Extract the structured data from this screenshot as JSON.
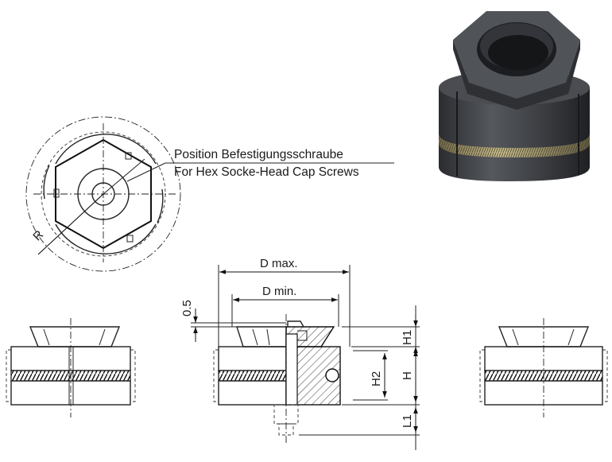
{
  "labels": {
    "position_de": "Position Befestigungsschraube",
    "position_en": "For Hex Socke-Head Cap Screws",
    "radius": "R",
    "d_max": "D max.",
    "d_min": "D min.",
    "offset": "0.5",
    "h1": "H1",
    "h2": "H2",
    "h": "H",
    "l1": "L1"
  },
  "colors": {
    "line": "#222222",
    "photo_body": "#3b3d41",
    "photo_ring": "#a69a6e"
  }
}
